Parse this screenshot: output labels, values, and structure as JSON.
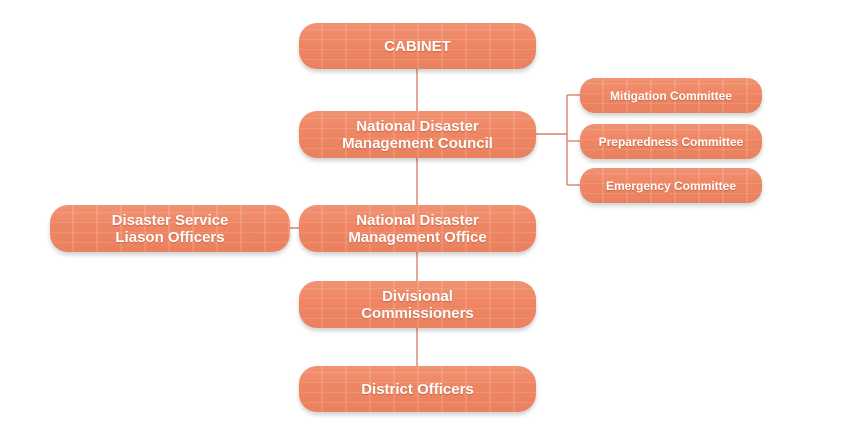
{
  "diagram": {
    "colors": {
      "box_fill": "#ef8663",
      "box_text": "#ffffff",
      "connector": "#d9826a"
    },
    "nodes": {
      "cabinet": {
        "lines": [
          "CABINET"
        ]
      },
      "national_disaster_management_council": {
        "lines": [
          "National Disaster",
          "Management Council"
        ]
      },
      "national_disaster_management_office": {
        "lines": [
          "National Disaster",
          "Management Office"
        ]
      },
      "disaster_service_liason_officers": {
        "lines": [
          "Disaster Service",
          "Liason Officers"
        ]
      },
      "divisional_commissioners": {
        "lines": [
          "Divisional",
          "Commissioners"
        ]
      },
      "district_officers": {
        "lines": [
          "District Officers"
        ]
      },
      "mitigation_committee": {
        "lines": [
          "Mitigation Committee"
        ]
      },
      "preparedness_committee": {
        "lines": [
          "Preparedness Committee"
        ]
      },
      "emergency_committee": {
        "lines": [
          "Emergency Committee"
        ]
      }
    },
    "edges": [
      {
        "from": "cabinet",
        "to": "national_disaster_management_council"
      },
      {
        "from": "national_disaster_management_council",
        "to": "national_disaster_management_office"
      },
      {
        "from": "national_disaster_management_office",
        "to": "divisional_commissioners"
      },
      {
        "from": "divisional_commissioners",
        "to": "district_officers"
      },
      {
        "from": "national_disaster_management_office",
        "to": "disaster_service_liason_officers"
      },
      {
        "from": "national_disaster_management_council",
        "to": "mitigation_committee"
      },
      {
        "from": "national_disaster_management_council",
        "to": "preparedness_committee"
      },
      {
        "from": "national_disaster_management_council",
        "to": "emergency_committee"
      }
    ]
  }
}
